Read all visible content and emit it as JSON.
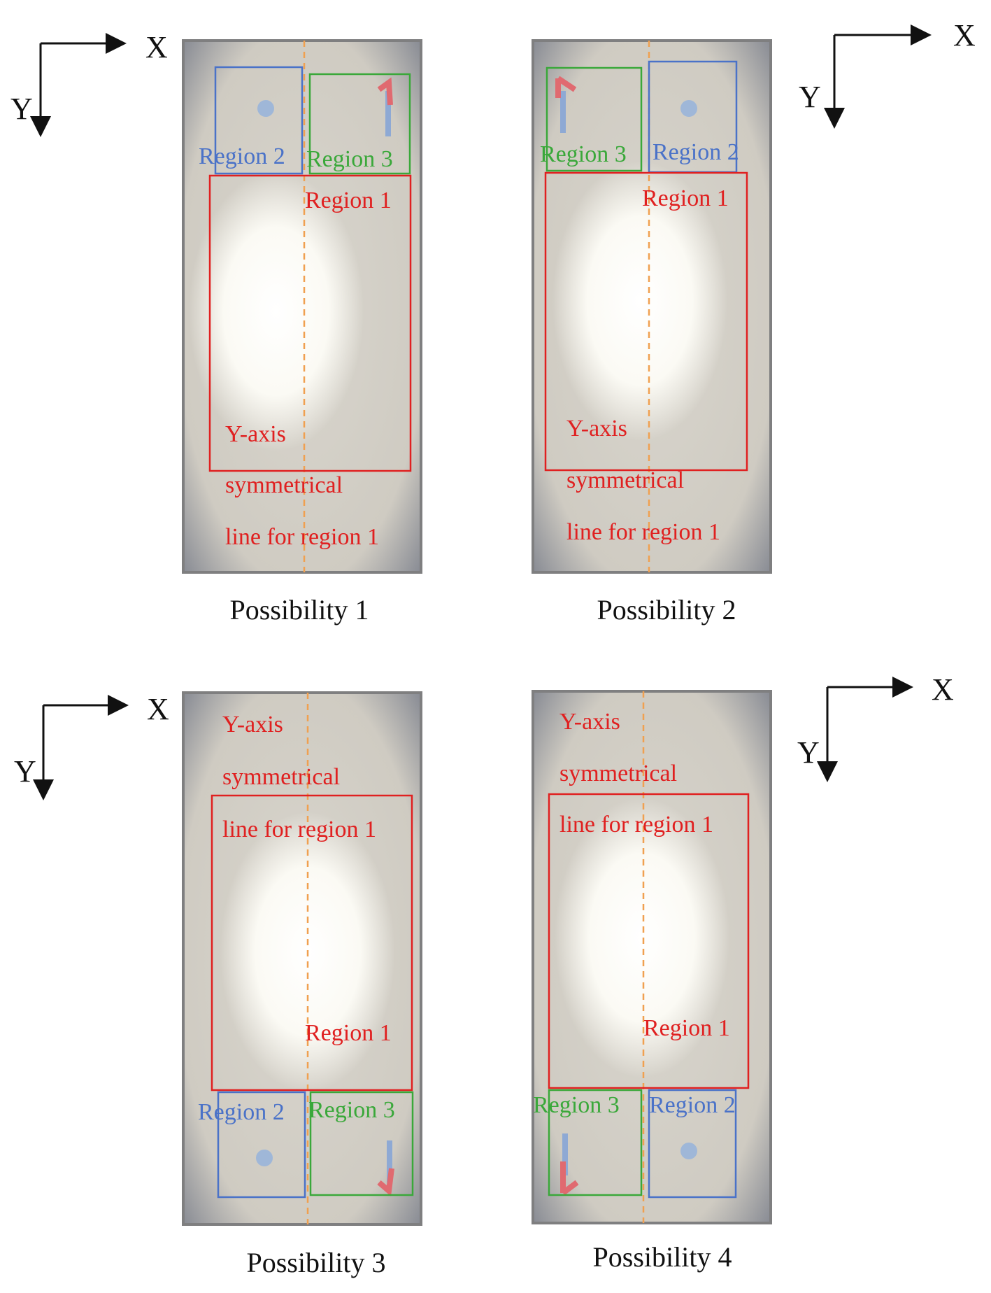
{
  "panels": [
    {
      "caption": "Possibility 1",
      "axes": {
        "x": "X",
        "y": "Y"
      },
      "labels": {
        "region1": "Region 1",
        "region2": "Region 2",
        "region3": "Region 3",
        "sym_line1": "Y-axis",
        "sym_line2": "symmetrical",
        "sym_line3": "line for region 1"
      }
    },
    {
      "caption": "Possibility 2",
      "axes": {
        "x": "X",
        "y": "Y"
      },
      "labels": {
        "region1": "Region 1",
        "region2": "Region 2",
        "region3": "Region 3",
        "sym_line1": "Y-axis",
        "sym_line2": "symmetrical",
        "sym_line3": "line for region 1"
      }
    },
    {
      "caption": "Possibility 3",
      "axes": {
        "x": "X",
        "y": "Y"
      },
      "labels": {
        "region1": "Region 1",
        "region2": "Region 2",
        "region3": "Region 3",
        "sym_line1": "Y-axis",
        "sym_line2": "symmetrical",
        "sym_line3": "line for region 1"
      }
    },
    {
      "caption": "Possibility 4",
      "axes": {
        "x": "X",
        "y": "Y"
      },
      "labels": {
        "region1": "Region 1",
        "region2": "Region 2",
        "region3": "Region 3",
        "sym_line1": "Y-axis",
        "sym_line2": "symmetrical",
        "sym_line3": "line for region 1"
      }
    }
  ],
  "colors": {
    "region1": "#e02020",
    "region2": "#4a72c8",
    "region3": "#3aa83a",
    "symmetry_line": "#f0a050",
    "photo_bg": "#d6d3ca",
    "photo_frame": "#7f7f80"
  }
}
